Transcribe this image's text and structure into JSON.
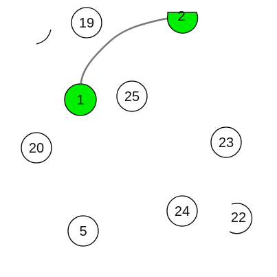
{
  "game": {
    "connected_path": [
      "1",
      "2"
    ],
    "circles": [
      {
        "id": "c19",
        "label": "19",
        "state": "open"
      },
      {
        "id": "c2",
        "label": "2",
        "state": "done"
      },
      {
        "id": "c1",
        "label": "1",
        "state": "done"
      },
      {
        "id": "c25",
        "label": "25",
        "state": "open"
      },
      {
        "id": "c20",
        "label": "20",
        "state": "open"
      },
      {
        "id": "c23",
        "label": "23",
        "state": "open"
      },
      {
        "id": "c24",
        "label": "24",
        "state": "open"
      },
      {
        "id": "c22",
        "label": "22",
        "state": "open"
      },
      {
        "id": "c5",
        "label": "5",
        "state": "open"
      }
    ],
    "colors": {
      "done_fill": "#00ee00",
      "open_fill": "#ffffff",
      "stroke": "#000000",
      "path_line": "#777777"
    }
  }
}
